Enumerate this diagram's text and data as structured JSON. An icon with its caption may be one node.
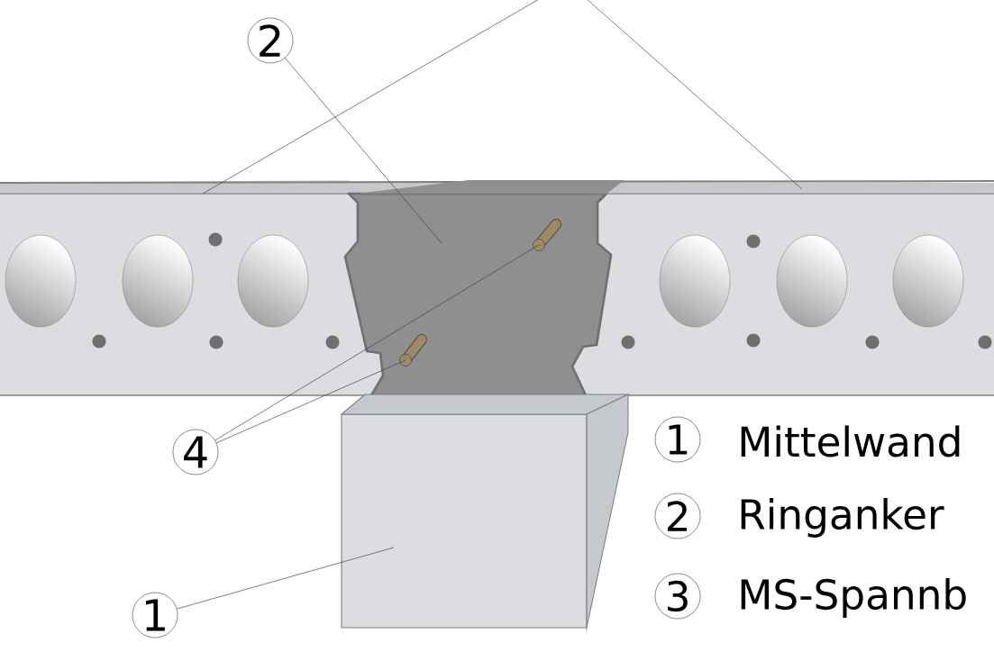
{
  "diagram": {
    "nodes": [
      {
        "text": [
          "2"
        ]
      },
      {
        "text": [
          "4"
        ]
      },
      {
        "text": [
          "1"
        ]
      },
      {
        "text": [],
        "shape": "box"
      },
      {
        "text": [],
        "shape": "cylinder",
        "in": 3
      },
      {
        "text": [],
        "shape": "cylinder",
        "in": 3
      },
      {
        "text": [],
        "shape": "box"
      }
    ],
    "edges": [
      {
        "from": 0,
        "to": 3,
        "arrow": "none"
      },
      {
        "from": 1,
        "to": 4,
        "arrow": "none"
      },
      {
        "from": 1,
        "to": 5,
        "arrow": "none"
      },
      {
        "from": 2,
        "to": 6,
        "arrow": "none"
      }
    ],
    "labels": [
      "1",
      "Mittelwand",
      "2",
      "Ringanker",
      "3",
      "MS-Spannb"
    ]
  }
}
